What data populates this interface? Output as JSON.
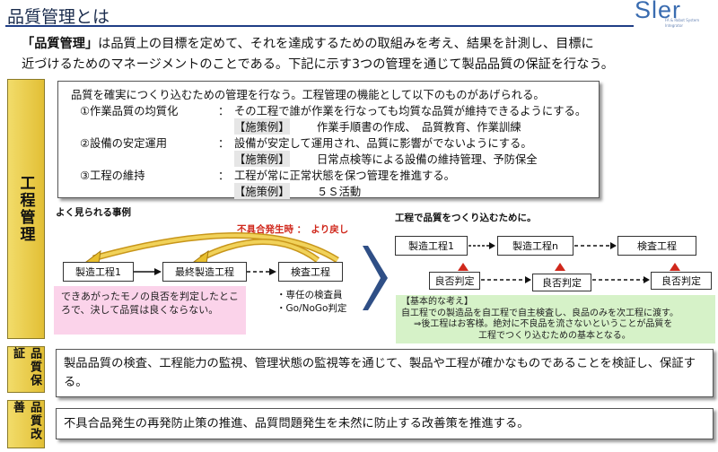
{
  "header": {
    "title": "品質管理とは",
    "logo_word": "Sler",
    "logo_sub1": "FA & Robot System",
    "logo_sub2": "Integrator"
  },
  "intro": {
    "term": "「品質管理」",
    "line1_rest": "は品質上の目標を定めて、それを達成するための取組みを考え、結果を計測し、目標に",
    "line2": "近づけるためのマネージメントのことである。下記に示す3つの管理を通じて製品品質の保証を行なう。"
  },
  "side_labels": {
    "process": "工程管理",
    "assurance": "品質保証",
    "improvement": "品質改善"
  },
  "process_box": {
    "intro": "品質を確実につくり込むための管理を行なう。工程管理の機能として以下のものがあげられる。",
    "items": [
      {
        "num": "①作業品質の均質化",
        "colon": "：",
        "desc": "その工程で誰が作業を行なっても均質な品質が維持できるようにする。",
        "example_label": "【施策例】",
        "example": "作業手順書の作成、　品質教育、作業訓練"
      },
      {
        "num": "②設備の安定運用",
        "colon": "：",
        "desc": "設備が安定して運用され、品質に影響がでないようにする。",
        "example_label": "【施策例】",
        "example": "日常点検等による設備の維持管理、予防保全"
      },
      {
        "num": "③工程の維持",
        "colon": "：",
        "desc": "工程が常に正常状態を保つ管理を推進する。",
        "example_label": "【施策例】",
        "example": "５Ｓ活動"
      }
    ]
  },
  "left_diagram": {
    "heading": "よく見られる事例",
    "feedback_label": "不具合発生時 ：　より戻し",
    "boxes": [
      "製造工程1",
      "最終製造工程",
      "検査工程"
    ],
    "note": "できあがったモノの良否を判定したところで、決して品質は良くならない。",
    "inspection_notes": [
      "・専任の検査員",
      "・Go/NoGo判定"
    ]
  },
  "right_diagram": {
    "heading": "工程で品質をつくり込むために。",
    "boxes": [
      "製造工程1",
      "製造工程n",
      "検査工程"
    ],
    "judge_boxes": [
      "良否判定",
      "良否判定",
      "良否判定"
    ],
    "note_title": "【基本的な考え】",
    "note_line1": "自工程での製造品を自工程で自主検査し、良品のみを次工程に渡す。",
    "note_line2": "⇒後工程はお客様。絶対に不良品を流さないということが品質を",
    "note_line3": "工程でつくり込むための基本となる。"
  },
  "assurance_box": {
    "text": "製品品質の検査、工程能力の監視、管理状態の監視等を通じて、製品や工程が確かなものであることを検証し、保証する。"
  },
  "improvement_box": {
    "text": "不具合品発生の再発防止策の推進、品質問題発生を未然に防止する改善策を推進する。"
  },
  "colors": {
    "title_line": "#1f3e86",
    "side_label_fill": "#e8c94a",
    "feedback_arrow": "#d4a81e",
    "feedback_label": "#d0281c",
    "judge_marker": "#d0281c",
    "big_arrow": "#2f4f86",
    "pink_note": "#fbd3ea",
    "green_note": "#d6f2c8"
  }
}
